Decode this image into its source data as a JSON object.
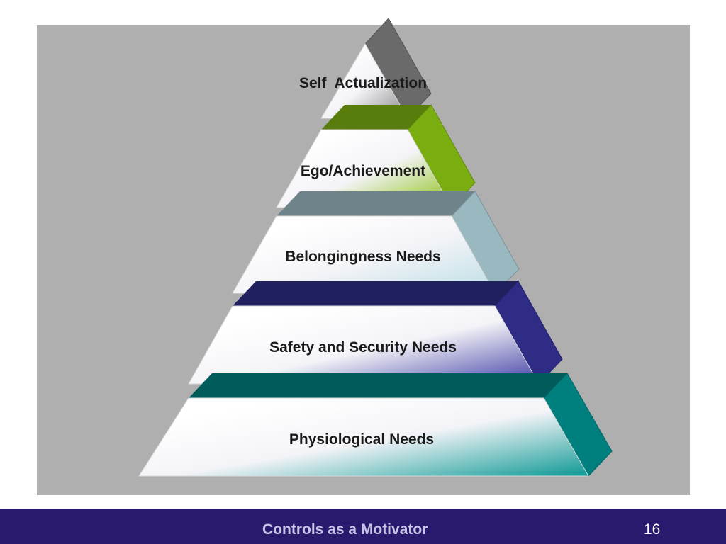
{
  "slide": {
    "background_color": "#ffffff",
    "panel_color": "#afafaf"
  },
  "pyramid": {
    "tiers": [
      {
        "label": "Self  Actualization",
        "side_color": "#6a6a6a",
        "tint": "#8a8a8a"
      },
      {
        "label": "Ego/Achievement",
        "side_color": "#7aae10",
        "tint": "#8fc21e"
      },
      {
        "label": "Belongingness Needs",
        "side_color": "#9ab8c0",
        "tint": "#bfe0e6"
      },
      {
        "label": "Safety and Security Needs",
        "side_color": "#2e2c84",
        "tint": "#4a47a8"
      },
      {
        "label": "Physiological Needs",
        "side_color": "#007f7f",
        "tint": "#1a9e9a"
      }
    ]
  },
  "footer": {
    "title": "Controls as a Motivator",
    "page_number": "16",
    "background_color": "#2a1a6e"
  }
}
